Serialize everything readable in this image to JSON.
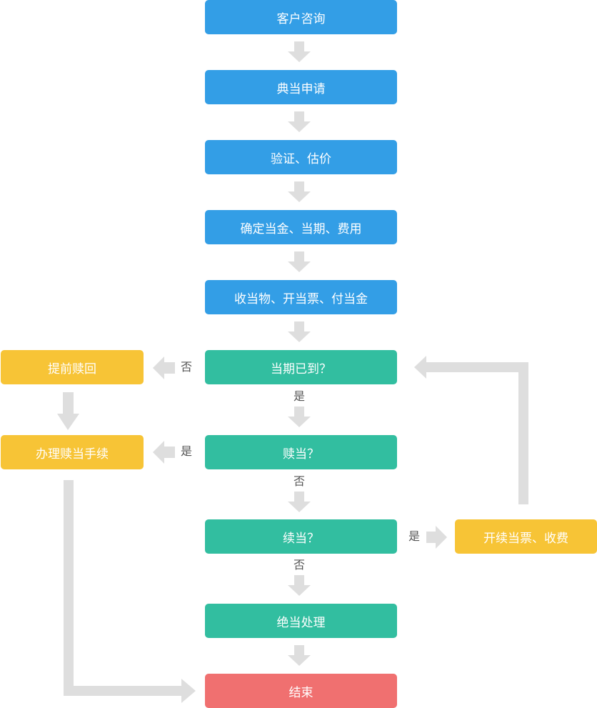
{
  "nodes": {
    "consult": "客户咨询",
    "apply": "典当申请",
    "verify": "验证、估价",
    "determine": "确定当金、当期、费用",
    "receive": "收当物、开当票、付当金",
    "due_question": "当期已到？",
    "redeem_question": "赎当？",
    "renew_question": "续当？",
    "forfeit": "绝当处理",
    "end": "结束",
    "early_redeem": "提前赎回",
    "redeem_process": "办理赎当手续",
    "renew_fee": "开续当票、收费"
  },
  "labels": {
    "due_no": "否",
    "due_yes": "是",
    "redeem_yes": "是",
    "redeem_no": "否",
    "renew_yes": "是",
    "renew_no": "否"
  },
  "colors": {
    "process": "#339ee6",
    "decision": "#32bea0",
    "side": "#f7c436",
    "end": "#f07070",
    "arrow": "#dedede"
  }
}
